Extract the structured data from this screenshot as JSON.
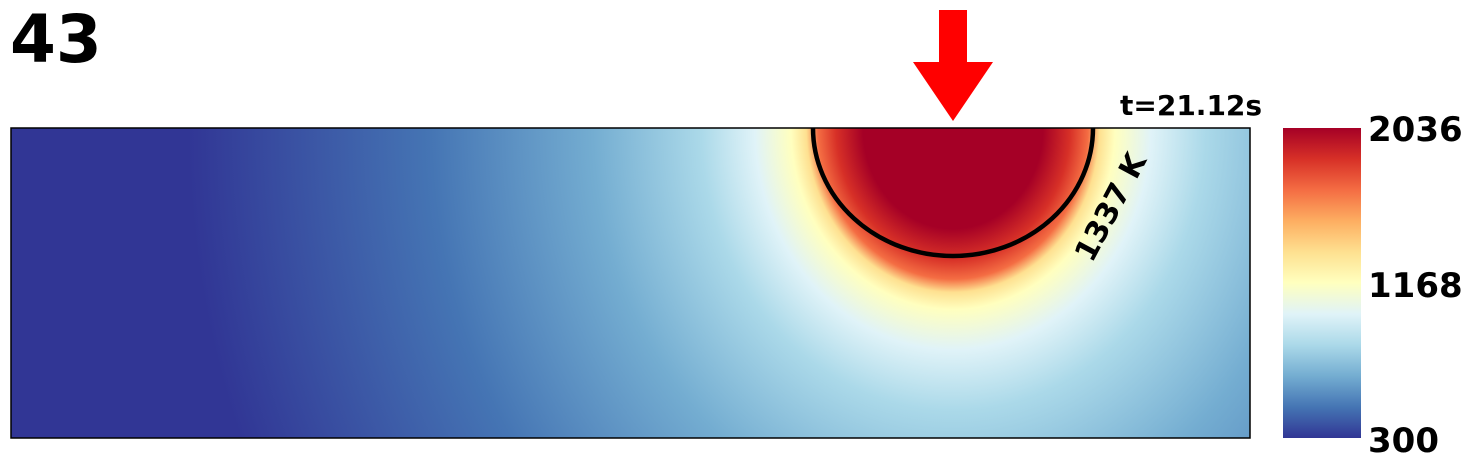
{
  "frame": "43",
  "time_label": "t=21.12s",
  "colors": {
    "heat_arrow": "#ff0000",
    "contour": "#000000",
    "colormap": [
      "#313695",
      "#4575b4",
      "#74add1",
      "#abd9e9",
      "#e0f3f8",
      "#ffffbf",
      "#fee090",
      "#fdae61",
      "#f46d43",
      "#d73027",
      "#a50026"
    ]
  },
  "chart_data": {
    "type": "heatmap",
    "title": "",
    "colormap": "RdYlBu_r",
    "units": "K",
    "colorbar": {
      "min": 300,
      "mid": 1168,
      "max": 2036,
      "ticks": [
        "2036",
        "1168",
        "300"
      ]
    },
    "contour": {
      "value": 1337,
      "label": "1337 K"
    },
    "heat_source": {
      "marker": "arrow",
      "direction": "down"
    }
  }
}
